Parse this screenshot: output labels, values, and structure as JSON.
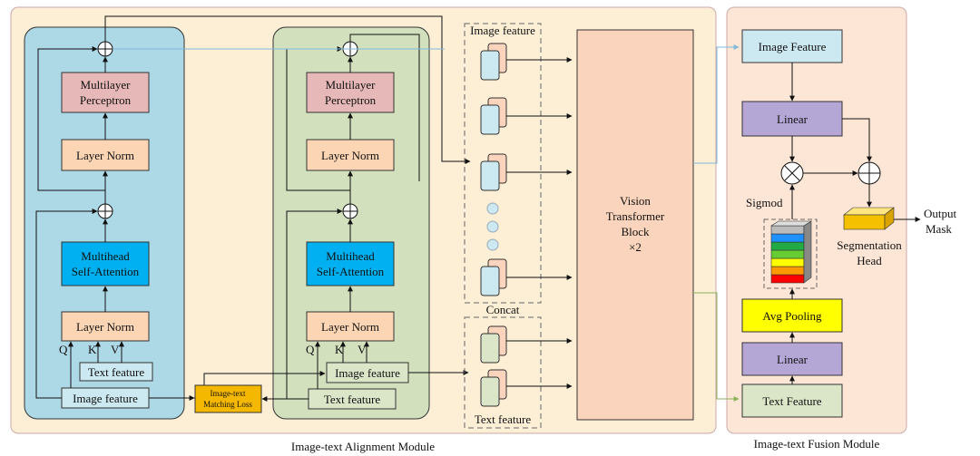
{
  "alignment_module": {
    "caption": "Image-text Alignment Module",
    "left_encoder": {
      "mlp": [
        "Multilayer",
        "Perceptron"
      ],
      "layer_norm_top": "Layer Norm",
      "attention": [
        "Multihead",
        "Self-Attention"
      ],
      "layer_norm_bottom": "Layer Norm",
      "q": "Q",
      "k": "K",
      "v": "V",
      "kv_input": "Text feature",
      "q_input": "Image feature"
    },
    "right_encoder": {
      "mlp": [
        "Multilayer",
        "Perceptron"
      ],
      "layer_norm_top": "Layer Norm",
      "attention": [
        "Multihead",
        "Self-Attention"
      ],
      "layer_norm_bottom": "Layer Norm",
      "q": "Q",
      "k": "K",
      "v": "V",
      "kv_input": "Image feature",
      "q_input": "Text feature"
    },
    "matching_loss": [
      "Image-text",
      "Matching Loss"
    ],
    "image_feature_group": "Image feature",
    "concat": "Concat",
    "text_feature_group": "Text feature",
    "vit": [
      "Vision",
      "Transformer",
      "Block",
      "×2"
    ]
  },
  "fusion_module": {
    "caption": "Image-text Fusion Module",
    "image_feature": "Image Feature",
    "linear_top": "Linear",
    "sigmoid": "Sigmod",
    "segmentation_head": [
      "Segmentation",
      "Head"
    ],
    "output": [
      "Output",
      "Mask"
    ],
    "avg_pooling": "Avg Pooling",
    "linear_bottom": "Linear",
    "text_feature": "Text Feature"
  },
  "colors": {
    "alignment_bg": "#fcefd6",
    "fusion_bg": "#fde6d6",
    "blue_panel": "#add8e6",
    "green_panel": "#d3e0bd",
    "mlp": "#e6b8b7",
    "layer_norm": "#fcd5b4",
    "attention": "#00b0f0",
    "vit": "#fad4bc",
    "matching_loss": "#f5b800",
    "image_feature_box": "#cce8f0",
    "linear": "#b4a7d6",
    "avg_pooling": "#ffff00",
    "text_feature_box": "#dbe5c7",
    "blue_line": "#7fb8dc",
    "green_line": "#8ab35a"
  }
}
